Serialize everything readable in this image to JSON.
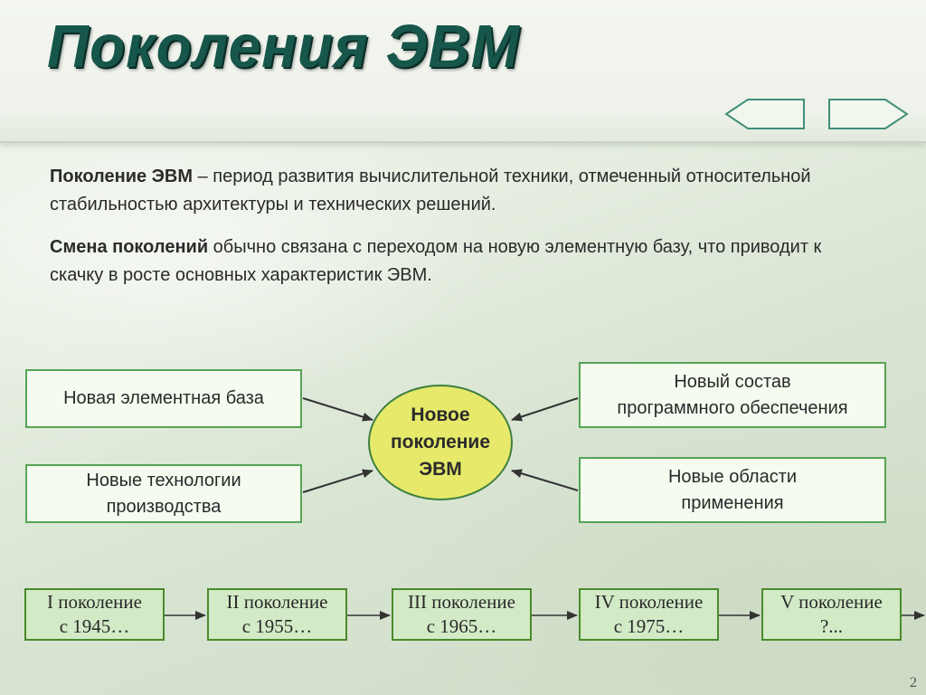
{
  "slide": {
    "title": "Поколения ЭВМ",
    "page_number": "2"
  },
  "definitions": [
    {
      "term": "Поколение ЭВМ",
      "text": " – период развития вычислительной техники, отмеченный относительной стабильностью архитектуры и технических решений."
    },
    {
      "term": "Смена поколений",
      "text": " обычно связана с переходом на новую элементную базу, что приводит к скачку в росте основных характеристик ЭВМ."
    }
  ],
  "diagram": {
    "center": [
      "Новое",
      "поколение",
      "ЭВМ"
    ],
    "left": [
      [
        "Новая элементная база"
      ],
      [
        "Новые технологии",
        "производства"
      ]
    ],
    "right": [
      [
        "Новый состав",
        "программного обеспечения"
      ],
      [
        "Новые области",
        "применения"
      ]
    ]
  },
  "generations": [
    {
      "name": "I поколение",
      "year": "с 1945…"
    },
    {
      "name": "II поколение",
      "year": "с 1955…"
    },
    {
      "name": "III поколение",
      "year": "с 1965…"
    },
    {
      "name": "IV поколение",
      "year": "с 1975…"
    },
    {
      "name": "V поколение",
      "year": "?..."
    }
  ],
  "colors": {
    "title": "#17564a",
    "box_border": "#56a456",
    "center_fill": "#e6e96a",
    "gen_fill": "#d2eac6",
    "arrow": "#333333"
  }
}
